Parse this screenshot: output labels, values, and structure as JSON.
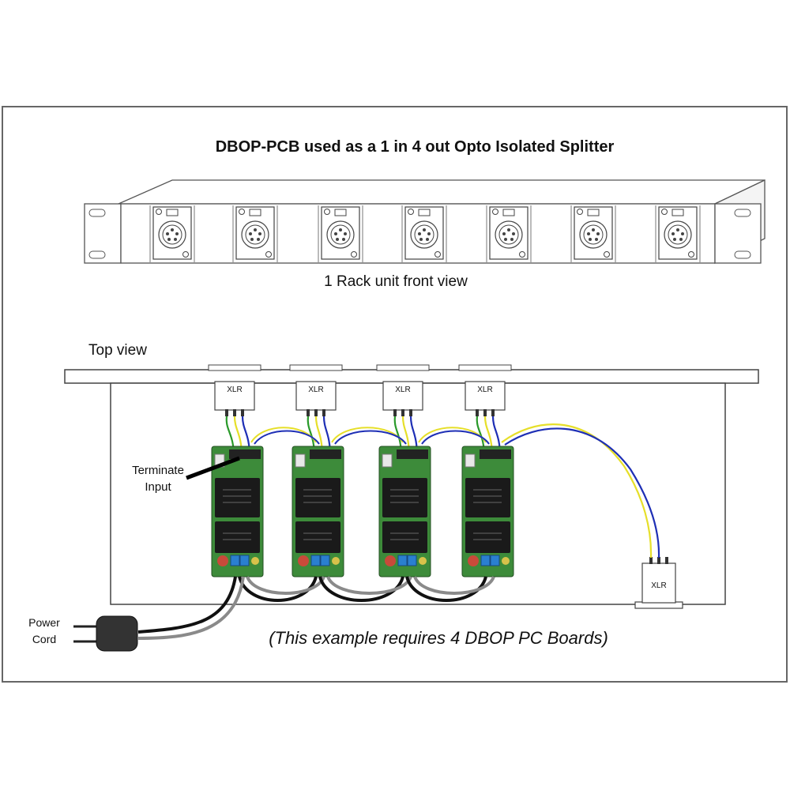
{
  "title": "DBOP-PCB used as a 1 in 4 out Opto Isolated Splitter",
  "front_view_label": "1 Rack unit front view",
  "top_view_label": "Top view",
  "xlr_label": "XLR",
  "terminate_label_line1": "Terminate",
  "terminate_label_line2": "Input",
  "power_label_line1": "Power",
  "power_label_line2": "Cord",
  "caption": "(This example requires 4 DBOP PC Boards)",
  "board_count": 4,
  "front_connector_count": 7,
  "colors": {
    "wire_yellow": "#e6df2a",
    "wire_blue": "#1e2fb5",
    "wire_green": "#2a9a2a",
    "power_black": "#111111",
    "power_grey": "#8a8a8a",
    "pcb_green": "#3d8b3a",
    "relay_black": "#1a1a1a",
    "terminal_blue": "#2a7fd0",
    "cap_red": "#c84a3a"
  }
}
